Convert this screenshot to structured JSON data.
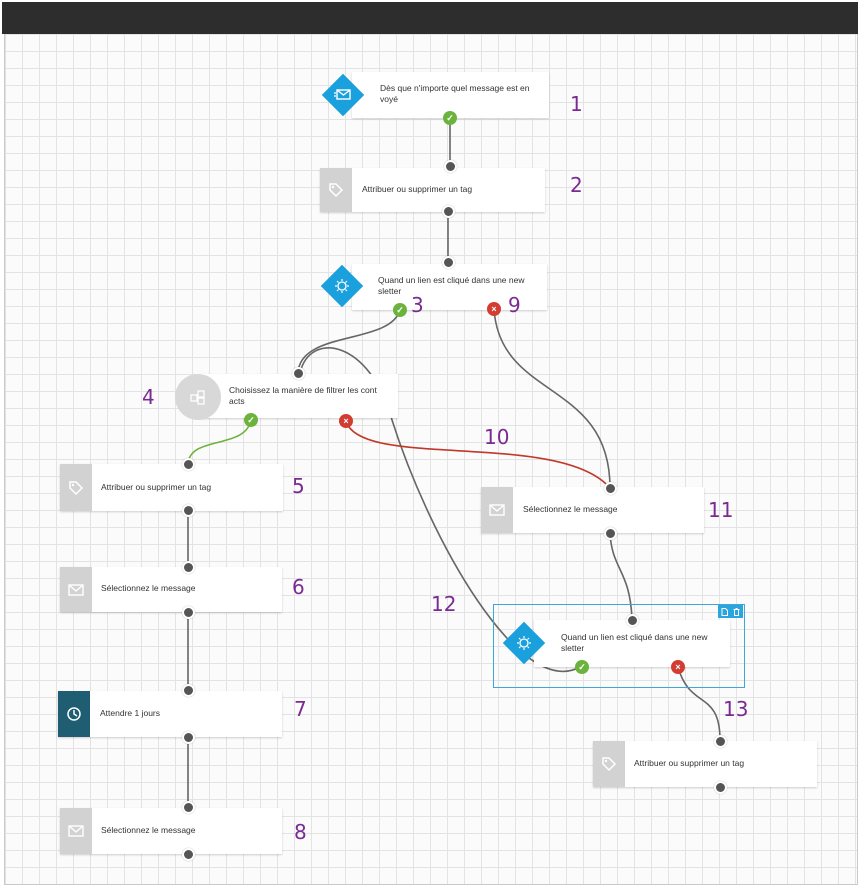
{
  "nodes": [
    {
      "id": "n1",
      "label": "Dès que n'importe quel message est en voyé",
      "icon": "envelope-trigger-icon",
      "kind": "trigger"
    },
    {
      "id": "n2",
      "label": "Attribuer ou supprimer un tag",
      "icon": "tag-icon",
      "kind": "action"
    },
    {
      "id": "n3",
      "label": "Quand un lien est cliqué dans une new sletter",
      "icon": "cursor-click-icon",
      "kind": "trigger"
    },
    {
      "id": "n4",
      "label": "Choisissez la manière de filtrer les cont acts",
      "icon": "filter-icon",
      "kind": "condition"
    },
    {
      "id": "n5",
      "label": "Attribuer ou supprimer un tag",
      "icon": "tag-icon",
      "kind": "action"
    },
    {
      "id": "n6",
      "label": "Sélectionnez le message",
      "icon": "envelope-icon",
      "kind": "action"
    },
    {
      "id": "n7",
      "label": "Attendre 1 jours",
      "icon": "clock-icon",
      "kind": "wait"
    },
    {
      "id": "n8",
      "label": "Sélectionnez le message",
      "icon": "envelope-icon",
      "kind": "action"
    },
    {
      "id": "n11",
      "label": "Sélectionnez le message",
      "icon": "envelope-icon",
      "kind": "action"
    },
    {
      "id": "n12",
      "label": "Quand un lien est cliqué dans une new sletter",
      "icon": "cursor-click-icon",
      "kind": "trigger"
    },
    {
      "id": "n13",
      "label": "Attribuer ou supprimer un tag",
      "icon": "tag-icon",
      "kind": "action"
    }
  ],
  "annotations": [
    "1",
    "2",
    "3",
    "4",
    "5",
    "6",
    "7",
    "8",
    "9",
    "10",
    "11",
    "12",
    "13"
  ],
  "colors": {
    "accent": "#1aa0dc",
    "yes": "#6cb33e",
    "no": "#d13d32",
    "annotation": "#7a2a90",
    "wait": "#1f5d72"
  }
}
